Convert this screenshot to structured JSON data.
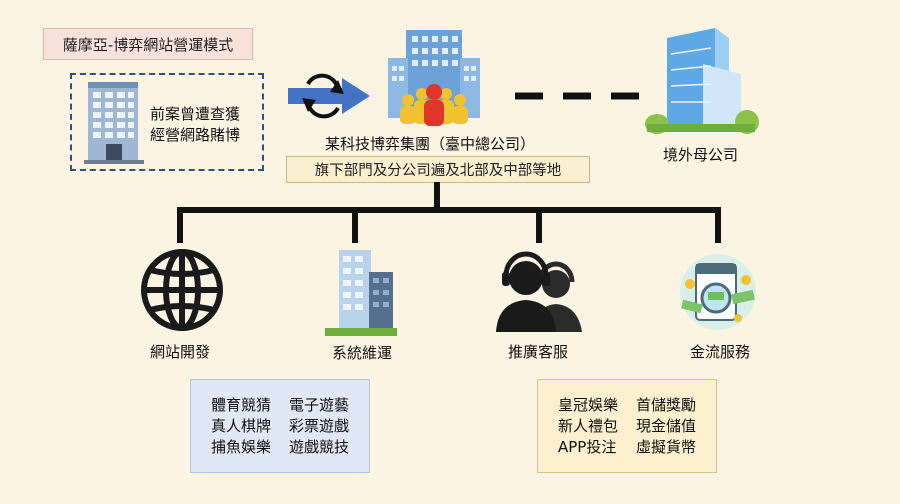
{
  "title": "薩摩亞-博弈網站營運模式",
  "case_note": [
    "前案曾遭查獲",
    "經營網路賭博"
  ],
  "group_name": "某科技博弈集團（臺中總公司）",
  "group_sub": "旗下部門及分公司遍及北部及中部等地",
  "parent_company": "境外母公司",
  "departments": [
    {
      "label": "網站開發",
      "icon": "globe-icon"
    },
    {
      "label": "系統維運",
      "icon": "office-building-icon"
    },
    {
      "label": "推廣客服",
      "icon": "customer-service-headset-icon"
    },
    {
      "label": "金流服務",
      "icon": "money-laundering-icon"
    }
  ],
  "games": [
    "體育競猜",
    "電子遊藝",
    "真人棋牌",
    "彩票遊戲",
    "捕魚娛樂",
    "遊戲競技"
  ],
  "payments": [
    "皇冠娛樂",
    "首儲獎勵",
    "新人禮包",
    "現金儲值",
    "APP投注",
    "虛擬貨幣"
  ],
  "colors": {
    "background": "#fbf4e3",
    "title_box": "#f9e1dc",
    "dashed_border": "#2f4f86",
    "games_box": "#dfe8f4",
    "payments_box": "#fdf0cf"
  }
}
